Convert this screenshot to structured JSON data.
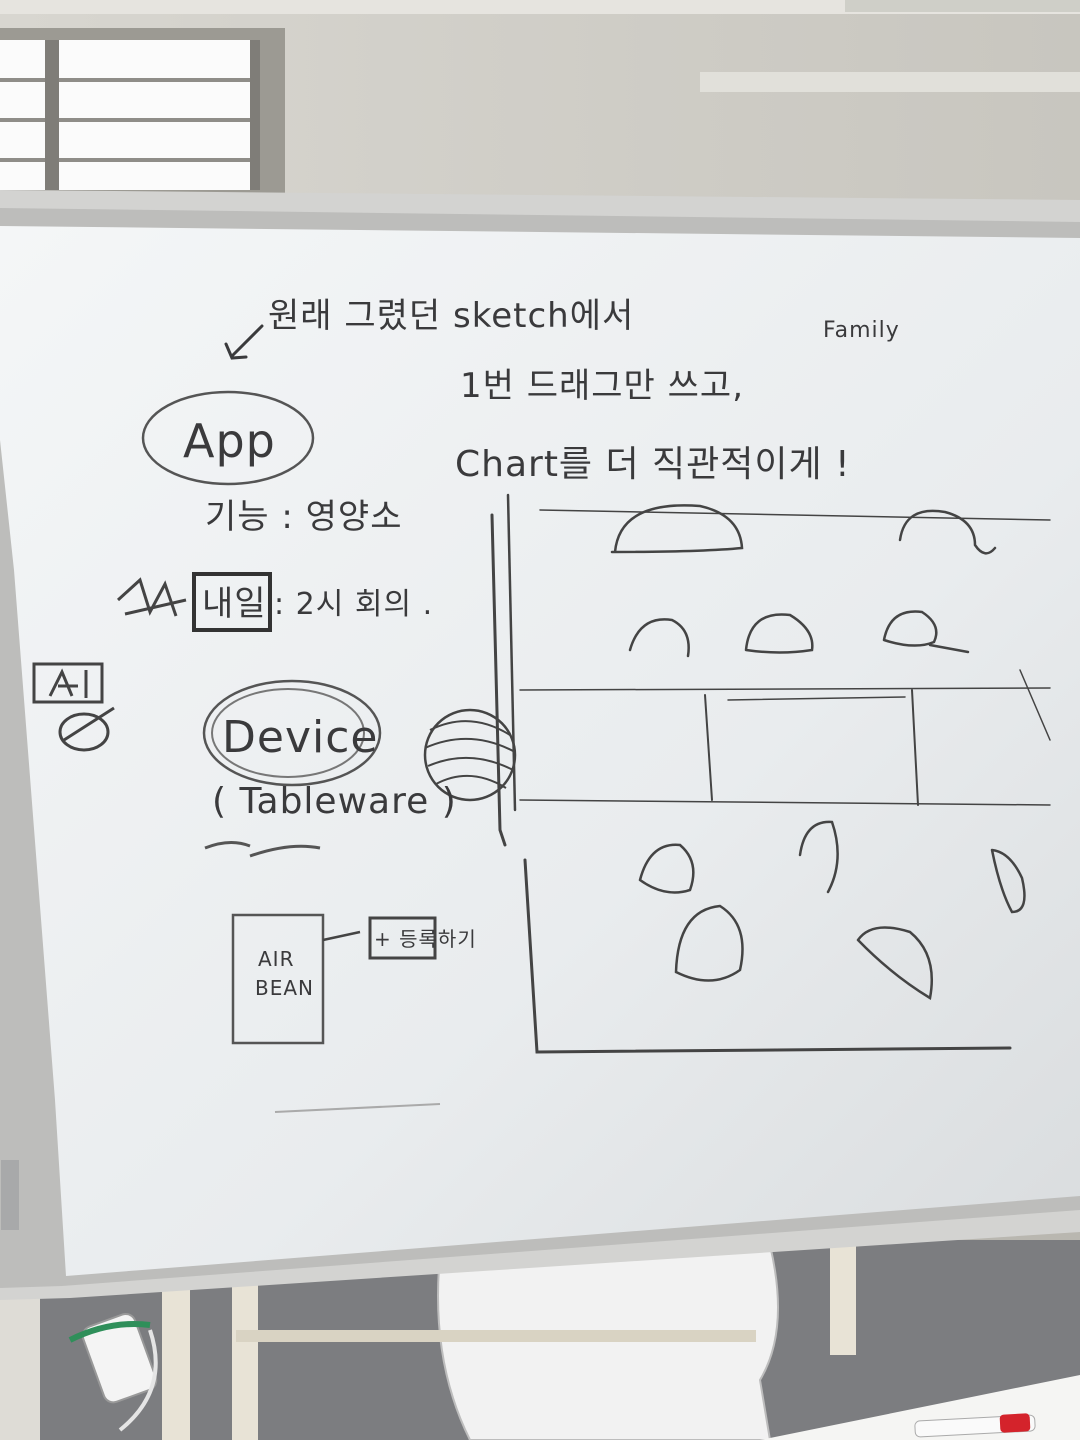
{
  "whiteboard": {
    "notes": {
      "top_line": "원래 그렸던 sketch에서",
      "family": "Family",
      "line2": "1번 드래그만 쓰고,",
      "line3": "Chart를 더 직관적이게 !",
      "app": "App",
      "feature": "기능 : 영양소",
      "tomorrow": "내일",
      "time": ": 2시 회의 .",
      "device": "Device",
      "tableware": "( Tableware )",
      "air_box_line1": "AIR",
      "air_box_line2": "BEAN",
      "add_button": "+ 등록하기"
    }
  },
  "colors": {
    "board_surface": "#ebeef0",
    "marker_ink": "#3a3a3c",
    "frame": "#cfcfcf",
    "floor": "#7c7d80"
  }
}
